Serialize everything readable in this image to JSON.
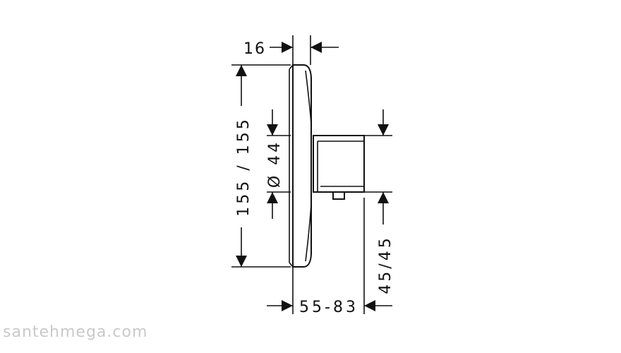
{
  "dimensions": {
    "plate_depth": "16",
    "height": "155 / 155",
    "diameter": "Ø 44",
    "projection": "55-83",
    "offset": "45/45"
  },
  "watermark": "santehmega.com"
}
